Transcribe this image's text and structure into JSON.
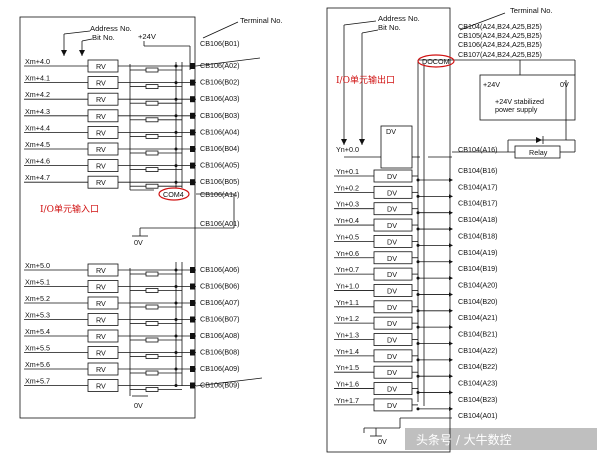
{
  "left": {
    "header": {
      "address_no": "Address No.",
      "bit_no": "Bit No.",
      "terminal_no": "Terminal No.",
      "plus24v": "+24V"
    },
    "inputs_top": [
      {
        "label": "Xm+4.0",
        "terminal": "CB106(A02)"
      },
      {
        "label": "Xm+4.1",
        "terminal": "CB106(B02)"
      },
      {
        "label": "Xm+4.2",
        "terminal": "CB106(A03)"
      },
      {
        "label": "Xm+4.3",
        "terminal": "CB106(B03)"
      },
      {
        "label": "Xm+4.4",
        "terminal": "CB106(A04)"
      },
      {
        "label": "Xm+4.5",
        "terminal": "CB106(B04)"
      },
      {
        "label": "Xm+4.6",
        "terminal": "CB106(A05)"
      },
      {
        "label": "Xm+4.7",
        "terminal": "CB106(B05)"
      }
    ],
    "terminal_b01": "CB106(B01)",
    "com4": "COM4",
    "terminal_a14": "CB106(A14)",
    "terminal_a01": "CB106(A01)",
    "zero_v": "0V",
    "inputs_bottom": [
      {
        "label": "Xm+5.0",
        "terminal": "CB106(A06)"
      },
      {
        "label": "Xm+5.1",
        "terminal": "CB106(B06)"
      },
      {
        "label": "Xm+5.2",
        "terminal": "CB106(A07)"
      },
      {
        "label": "Xm+5.3",
        "terminal": "CB106(B07)"
      },
      {
        "label": "Xm+5.4",
        "terminal": "CB106(A08)"
      },
      {
        "label": "Xm+5.5",
        "terminal": "CB106(B08)"
      },
      {
        "label": "Xm+5.6",
        "terminal": "CB106(A09)"
      },
      {
        "label": "Xm+5.7",
        "terminal": "CB106(B09)"
      }
    ],
    "zero_v_bottom": "0V",
    "rv": "RV",
    "cn_label": "I/O单元输入口"
  },
  "right": {
    "header": {
      "address_no": "Address No.",
      "bit_no": "Bit No.",
      "terminal_no": "Terminal No."
    },
    "terminals_top": [
      "CB104(A24,B24,A25,B25)",
      "CB105(A24,B24,A25,B25)",
      "CB106(A24,B24,A25,B25)",
      "CB107(A24,B24,A25,B25)"
    ],
    "docom": "DOCOM",
    "supply": {
      "plus24v": "+24V",
      "zero_v": "0V",
      "line1": "+24V stabilized",
      "line2": "power supply"
    },
    "cn_label": "I/O单元输出口",
    "dv": "DV",
    "first_output": {
      "label": "Yn+0.0",
      "terminal": "CB104(A16)"
    },
    "relay": "Relay",
    "outputs": [
      {
        "label": "Yn+0.1",
        "terminal": "CB104(B16)"
      },
      {
        "label": "Yn+0.2",
        "terminal": "CB104(A17)"
      },
      {
        "label": "Yn+0.3",
        "terminal": "CB104(B17)"
      },
      {
        "label": "Yn+0.4",
        "terminal": "CB104(A18)"
      },
      {
        "label": "Yn+0.5",
        "terminal": "CB104(B18)"
      },
      {
        "label": "Yn+0.6",
        "terminal": "CB104(A19)"
      },
      {
        "label": "Yn+0.7",
        "terminal": "CB104(B19)"
      },
      {
        "label": "Yn+1.0",
        "terminal": "CB104(A20)"
      },
      {
        "label": "Yn+1.1",
        "terminal": "CB104(B20)"
      },
      {
        "label": "Yn+1.2",
        "terminal": "CB104(A21)"
      },
      {
        "label": "Yn+1.3",
        "terminal": "CB104(B21)"
      },
      {
        "label": "Yn+1.4",
        "terminal": "CB104(A22)"
      },
      {
        "label": "Yn+1.5",
        "terminal": "CB104(B22)"
      },
      {
        "label": "Yn+1.6",
        "terminal": "CB104(A23)"
      },
      {
        "label": "Yn+1.7",
        "terminal": "CB104(B23)"
      }
    ],
    "terminal_last": "CB104(A01)",
    "zero_v": "0V"
  },
  "watermark": "头条号 / 大牛数控"
}
